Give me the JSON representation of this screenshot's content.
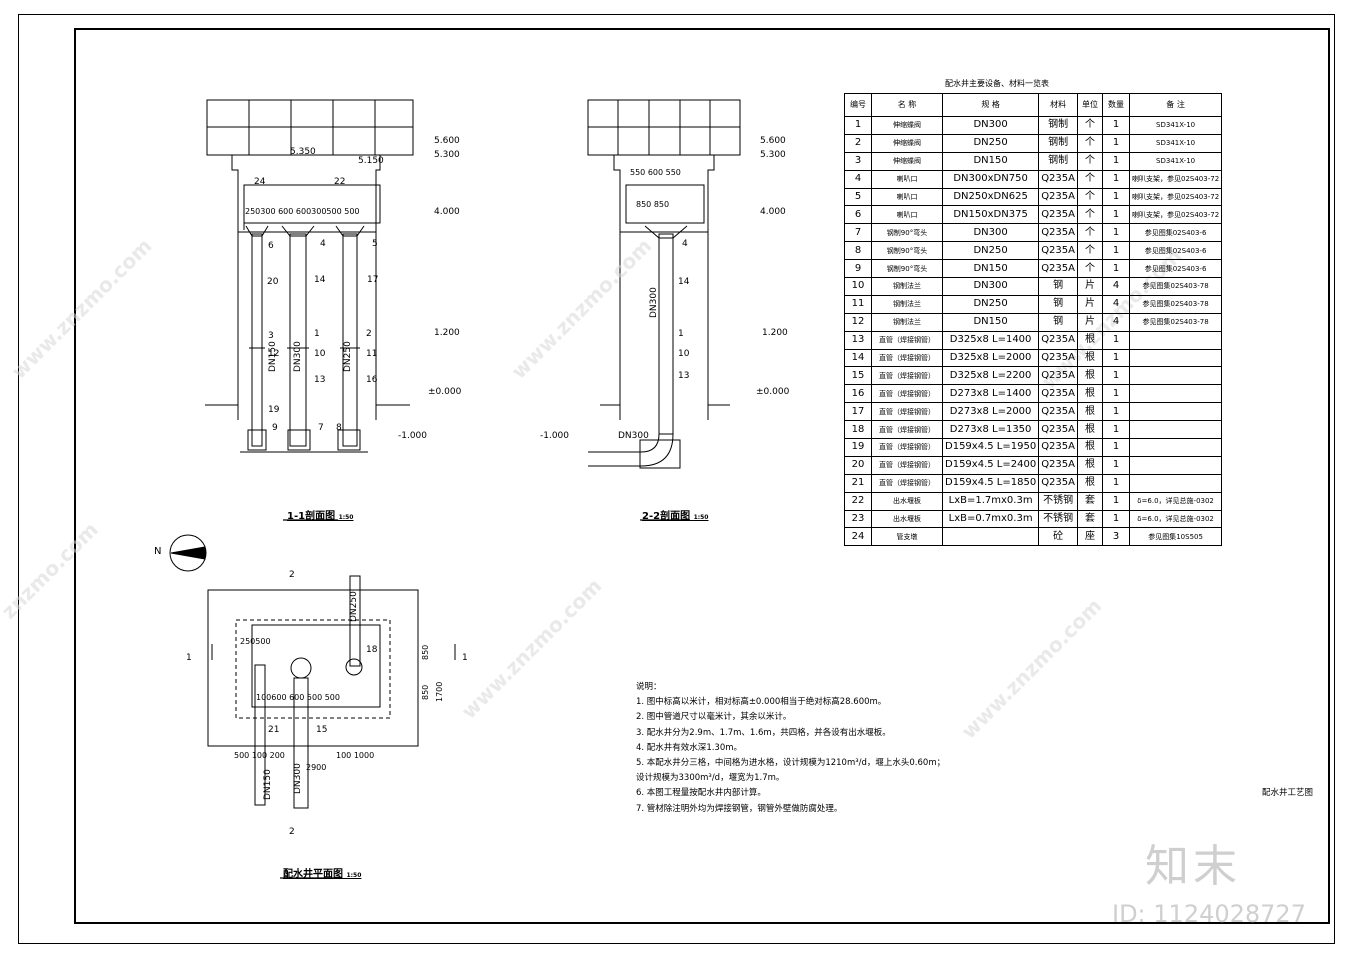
{
  "table": {
    "title": "配水井主要设备、材料一览表",
    "headers": [
      "编号",
      "名  称",
      "规  格",
      "材料",
      "单位",
      "数量",
      "备  注"
    ],
    "rows": [
      [
        "1",
        "伸缩蝶阀",
        "DN300",
        "钢制",
        "个",
        "1",
        "SD341X-10"
      ],
      [
        "2",
        "伸缩蝶阀",
        "DN250",
        "钢制",
        "个",
        "1",
        "SD341X-10"
      ],
      [
        "3",
        "伸缩蝶阀",
        "DN150",
        "钢制",
        "个",
        "1",
        "SD341X-10"
      ],
      [
        "4",
        "喇叭口",
        "DN300xDN750",
        "Q235A",
        "个",
        "1",
        "喇叭支架，参见02S403-72"
      ],
      [
        "5",
        "喇叭口",
        "DN250xDN625",
        "Q235A",
        "个",
        "1",
        "喇叭支架，参见02S403-72"
      ],
      [
        "6",
        "喇叭口",
        "DN150xDN375",
        "Q235A",
        "个",
        "1",
        "喇叭支架，参见02S403-72"
      ],
      [
        "7",
        "钢制90°弯头",
        "DN300",
        "Q235A",
        "个",
        "1",
        "参见图集02S403-6"
      ],
      [
        "8",
        "钢制90°弯头",
        "DN250",
        "Q235A",
        "个",
        "1",
        "参见图集02S403-6"
      ],
      [
        "9",
        "钢制90°弯头",
        "DN150",
        "Q235A",
        "个",
        "1",
        "参见图集02S403-6"
      ],
      [
        "10",
        "钢制法兰",
        "DN300",
        "钢",
        "片",
        "4",
        "参见图集02S403-78"
      ],
      [
        "11",
        "钢制法兰",
        "DN250",
        "钢",
        "片",
        "4",
        "参见图集02S403-78"
      ],
      [
        "12",
        "钢制法兰",
        "DN150",
        "钢",
        "片",
        "4",
        "参见图集02S403-78"
      ],
      [
        "13",
        "直管（焊接钢管）",
        "D325x8  L=1400",
        "Q235A",
        "根",
        "1",
        ""
      ],
      [
        "14",
        "直管（焊接钢管）",
        "D325x8  L=2000",
        "Q235A",
        "根",
        "1",
        ""
      ],
      [
        "15",
        "直管（焊接钢管）",
        "D325x8  L=2200",
        "Q235A",
        "根",
        "1",
        ""
      ],
      [
        "16",
        "直管（焊接钢管）",
        "D273x8  L=1400",
        "Q235A",
        "根",
        "1",
        ""
      ],
      [
        "17",
        "直管（焊接钢管）",
        "D273x8  L=2000",
        "Q235A",
        "根",
        "1",
        ""
      ],
      [
        "18",
        "直管（焊接钢管）",
        "D273x8  L=1350",
        "Q235A",
        "根",
        "1",
        ""
      ],
      [
        "19",
        "直管（焊接钢管）",
        "D159x4.5  L=1950",
        "Q235A",
        "根",
        "1",
        ""
      ],
      [
        "20",
        "直管（焊接钢管）",
        "D159x4.5  L=2400",
        "Q235A",
        "根",
        "1",
        ""
      ],
      [
        "21",
        "直管（焊接钢管）",
        "D159x4.5  L=1850",
        "Q235A",
        "根",
        "1",
        ""
      ],
      [
        "22",
        "出水堰板",
        "LxB=1.7mx0.3m",
        "不锈钢",
        "套",
        "1",
        "δ=6.0，详见总施-0302"
      ],
      [
        "23",
        "出水堰板",
        "LxB=0.7mx0.3m",
        "不锈钢",
        "套",
        "1",
        "δ=6.0，详见总施-0302"
      ],
      [
        "24",
        "管支墩",
        "",
        "砼",
        "座",
        "3",
        "参见图集10S505"
      ]
    ]
  },
  "drawings": {
    "section_1_title": "1-1剖面图",
    "section_1_scale": "1:50",
    "section_2_title": "2-2剖面图",
    "section_2_scale": "1:50",
    "plan_title": "配水井平面图",
    "plan_scale": "1:50",
    "north": "N",
    "sheet_title": "配水井工艺图"
  },
  "elevations": [
    "5.600",
    "5.300",
    "5.350",
    "5.150",
    "4.000",
    "1.200",
    "±0.000",
    "-1.000"
  ],
  "pipe_labels": [
    "DN150",
    "DN300",
    "DN250"
  ],
  "notes": {
    "heading": "说明：",
    "items": [
      "1. 图中标高以米计，相对标高±0.000相当于绝对标高28.600m。",
      "2. 图中管道尺寸以毫米计，其余以米计。",
      "3. 配水井分为2.9m、1.7m、1.6m，共四格，并各设有出水堰板。",
      "4. 配水井有效水深1.30m。",
      "5. 本配水井分三格，中间格为进水格，设计规模为1210m³/d，堰上水头0.60m；",
      "   设计规模为3300m³/d，堰宽为1.7m。",
      "6. 本图工程量按配水井内部计算。",
      "7. 管材除注明外均为焊接钢管，钢管外壁做防腐处理。"
    ]
  },
  "watermark": {
    "brand": "知末",
    "id": "ID: 1124028727"
  }
}
